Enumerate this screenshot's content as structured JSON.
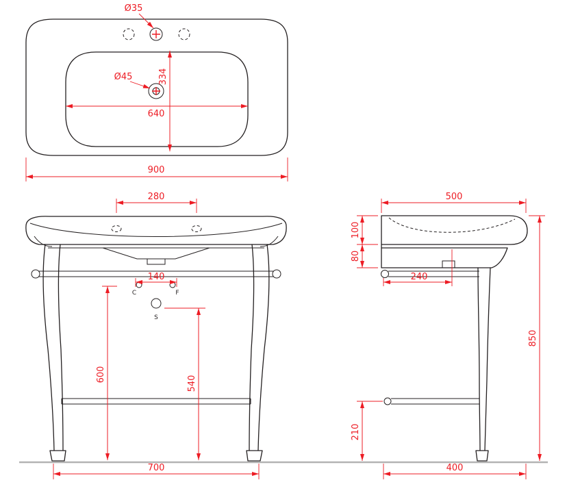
{
  "drawing": {
    "colors": {
      "line": "#231f20",
      "dimension": "#ed1c24",
      "ground": "#b3b3b3"
    },
    "top_view": {
      "hole_diameter": "Ø35",
      "drain_diameter": "Ø45",
      "bowl_depth": "334",
      "bowl_length": "640",
      "overall_width": "900"
    },
    "front_view": {
      "tap_spacing": "280",
      "hole_spacing": "140",
      "rail_height": "600",
      "siphon_height": "540",
      "feet_span": "700",
      "label_c": "C",
      "label_f": "F",
      "label_s": "S"
    },
    "side_view": {
      "overall_depth": "500",
      "basin_height": "100",
      "apron_height": "80",
      "rail_projection": "240",
      "overall_height": "850",
      "stretcher_height": "210",
      "feet_depth": "400"
    }
  }
}
